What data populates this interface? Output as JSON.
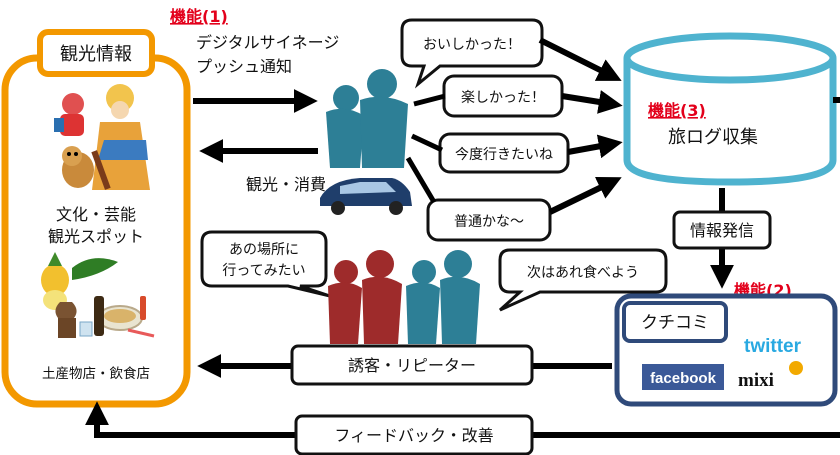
{
  "left_panel": {
    "title": "観光情報",
    "culture_label_1": "文化・芸能",
    "culture_label_2": "観光スポット",
    "shops_label": "土産物店・飲食店"
  },
  "function_1": {
    "label": "機能(1)",
    "line1": "デジタルサイネージ",
    "line2": "プッシュ通知"
  },
  "tourism_label": "観光・消費",
  "bubbles": {
    "delicious": "おいしかった！",
    "fun": "楽しかった！",
    "go_next": "今度行きたいね",
    "ordinary": "普通かな～",
    "want_go_1": "あの場所に",
    "want_go_2": "行ってみたい",
    "eat_next": "次はあれ食べよう"
  },
  "database": {
    "function_label": "機能(3)",
    "title": "旅ログ収集"
  },
  "info_send": "情報発信",
  "kuchikomi": {
    "function_label": "機能(2)",
    "title": "クチコミ",
    "brands": [
      "twitter",
      "facebook",
      "mixi"
    ]
  },
  "repeater_label": "誘客・リピーター",
  "feedback_label": "フィードバック・改善",
  "colors": {
    "orange": "#f39800",
    "cyan": "#4fb3cf",
    "navy": "#2f4a7a",
    "teal_person": "#2d7f96",
    "red_person": "#9e2b2b",
    "function_red": "#e3001b"
  }
}
